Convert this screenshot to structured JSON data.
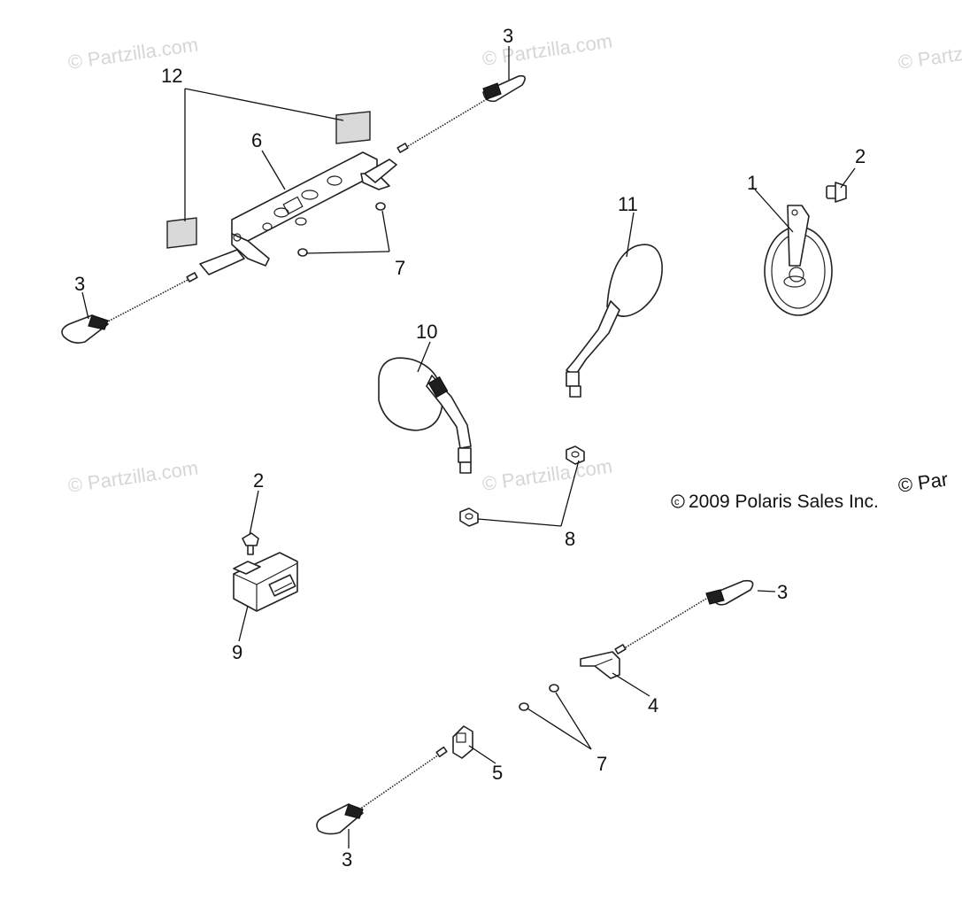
{
  "diagram": {
    "watermark_text": "© Partzilla.com",
    "copyright": "2009 Polaris Sales Inc.",
    "copyright_symbol": "c",
    "side_watermark": "© Par",
    "labels": {
      "l1": "1",
      "l2a": "2",
      "l2b": "2",
      "l3a": "3",
      "l3b": "3",
      "l3c": "3",
      "l3d": "3",
      "l4": "4",
      "l5": "5",
      "l6": "6",
      "l7a": "7",
      "l7b": "7",
      "l8": "8",
      "l9": "9",
      "l10": "10",
      "l11": "11",
      "l12": "12"
    }
  }
}
